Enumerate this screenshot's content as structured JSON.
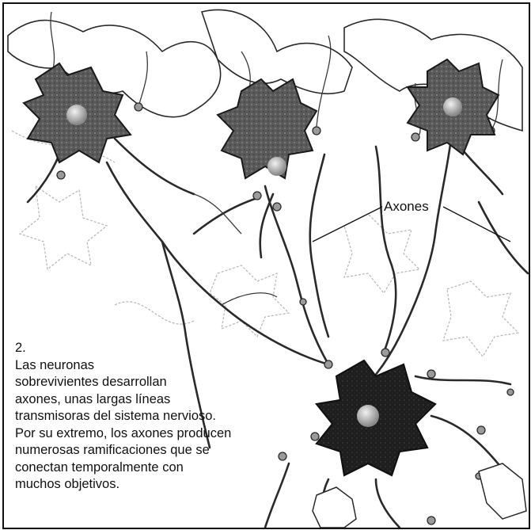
{
  "figure": {
    "label": "Axones",
    "step_number": "2.",
    "caption_lines": [
      "Las neuronas",
      "sobrevivientes desarrollan",
      "axones, unas largas líneas",
      "transmisoras del sistema nervioso.",
      "Por su extremo, los axones producen",
      "numerosas ramificaciones que se",
      "conectan temporalmente con",
      "muchos objetivos."
    ]
  },
  "colors": {
    "frame": "#111111",
    "neuron_body": "#555555",
    "neuron_body_dark": "#222222",
    "nucleus": "#bdbdbd",
    "axon_stroke": "#2a2a2a",
    "faded_outline": "#b5b5b5"
  }
}
